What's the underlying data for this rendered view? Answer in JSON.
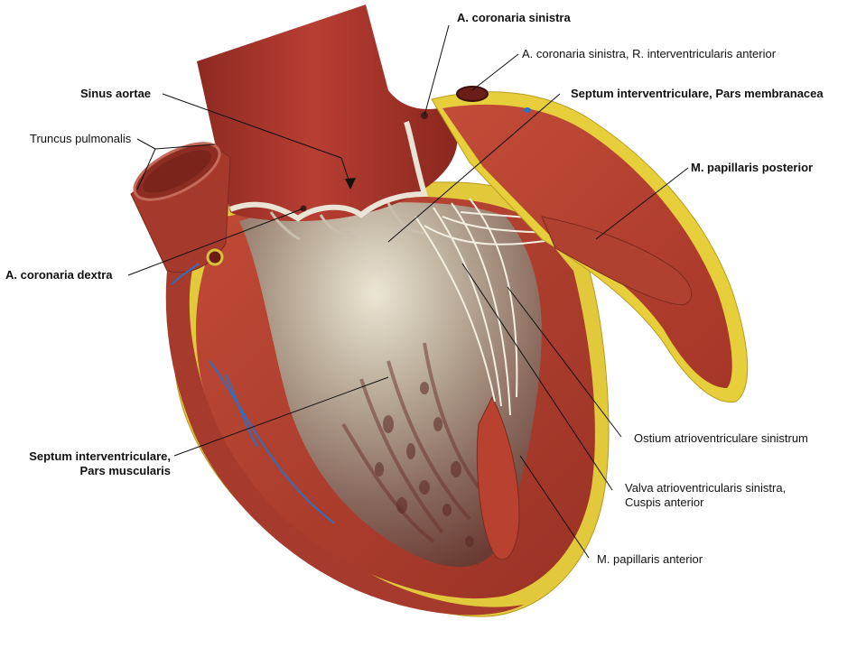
{
  "labels": {
    "a_coronaria_sinistra": "A. coronaria sinistra",
    "a_coronaria_sinistra_rIa": "A. coronaria sinistra, R. interventricularis anterior",
    "sinus_aortae": "Sinus aortae",
    "septum_membranacea": "Septum interventriculare, Pars membranacea",
    "truncus_pulmonalis": "Truncus pulmonalis",
    "m_papillaris_posterior": "M. papillaris posterior",
    "a_coronaria_dextra": "A. coronaria dextra",
    "ostium_av_sinistrum": "Ostium atrioventriculare sinistrum",
    "septum_muscularis_l1": "Septum interventriculare,",
    "septum_muscularis_l2": "Pars muscularis",
    "valva_av_l1": "Valva atrioventricularis sinistra,",
    "valva_av_l2": "Cuspis anterior",
    "m_papillaris_anterior": "M. papillaris anterior"
  },
  "colors": {
    "myocardium": "#b4402f",
    "aorta": "#a8352c",
    "fat": "#e6cf3a",
    "endocardium": "#cfc4b0",
    "chordae": "#f2efe2",
    "vessel": "#2f6fc0",
    "leader": "#111111"
  }
}
